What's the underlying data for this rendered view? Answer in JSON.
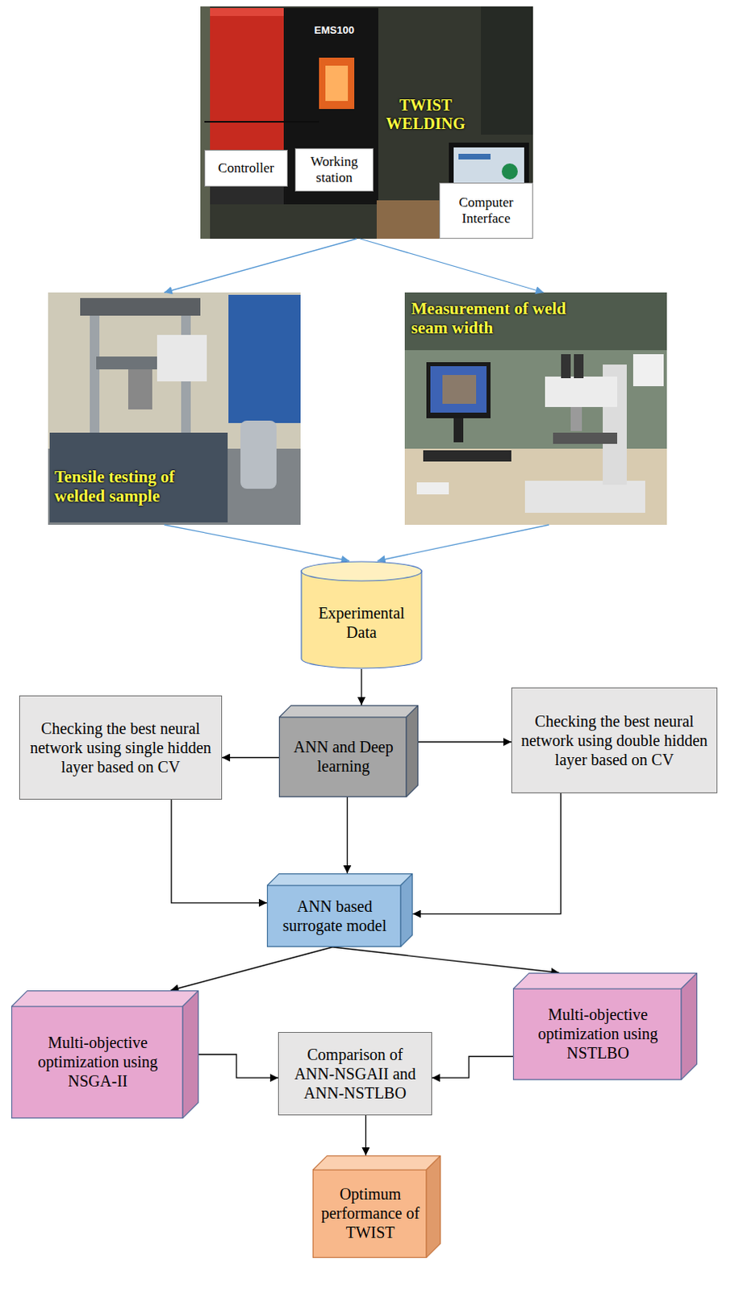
{
  "diagram": {
    "nodes": [
      {
        "text": [
          "TWIST WELDING"
        ]
      },
      {
        "text": [
          "Controller"
        ],
        "in": 0
      },
      {
        "text": [
          "Working station"
        ],
        "in": 0
      },
      {
        "text": [
          "Computer Interface"
        ],
        "in": 0
      },
      {
        "text": [
          "Tensile testing of welded sample"
        ]
      },
      {
        "text": [
          "Measurement of weld seam width"
        ]
      },
      {
        "text": [
          "Experimental Data"
        ]
      },
      {
        "text": [
          "Checking the best neural network using single hidden layer based on CV"
        ]
      },
      {
        "text": [
          "ANN and Deep learning"
        ]
      },
      {
        "text": [
          "Checking the best neural network using double hidden layer based on CV"
        ]
      },
      {
        "text": [
          "ANN based surrogate model"
        ]
      },
      {
        "text": [
          "Multi-objective optimization using NSGA-II"
        ]
      },
      {
        "text": [
          "Comparison of ANN-NSGAII and ANN-NSTLBO"
        ]
      },
      {
        "text": [
          "Multi-objective optimization using NSTLBO"
        ]
      },
      {
        "text": [
          "Optimum performance of TWIST"
        ]
      }
    ],
    "edges": [
      {
        "from": 0,
        "to": 4,
        "arrow": "to"
      },
      {
        "from": 0,
        "to": 5,
        "arrow": "to"
      },
      {
        "from": 4,
        "to": 6,
        "arrow": "to"
      },
      {
        "from": 5,
        "to": 6,
        "arrow": "to"
      },
      {
        "from": 6,
        "to": 8,
        "arrow": "to"
      },
      {
        "from": 8,
        "to": 7,
        "arrow": "to"
      },
      {
        "from": 8,
        "to": 9,
        "arrow": "to"
      },
      {
        "from": 8,
        "to": 10,
        "arrow": "to"
      },
      {
        "from": 7,
        "to": 10,
        "arrow": "to"
      },
      {
        "from": 9,
        "to": 10,
        "arrow": "to"
      },
      {
        "from": 10,
        "to": 11,
        "arrow": "to"
      },
      {
        "from": 10,
        "to": 13,
        "arrow": "to"
      },
      {
        "from": 11,
        "to": 12,
        "arrow": "to"
      },
      {
        "from": 13,
        "to": 12,
        "arrow": "to"
      },
      {
        "from": 12,
        "to": 14,
        "arrow": "to"
      }
    ],
    "labels": [
      "EMS100"
    ]
  }
}
